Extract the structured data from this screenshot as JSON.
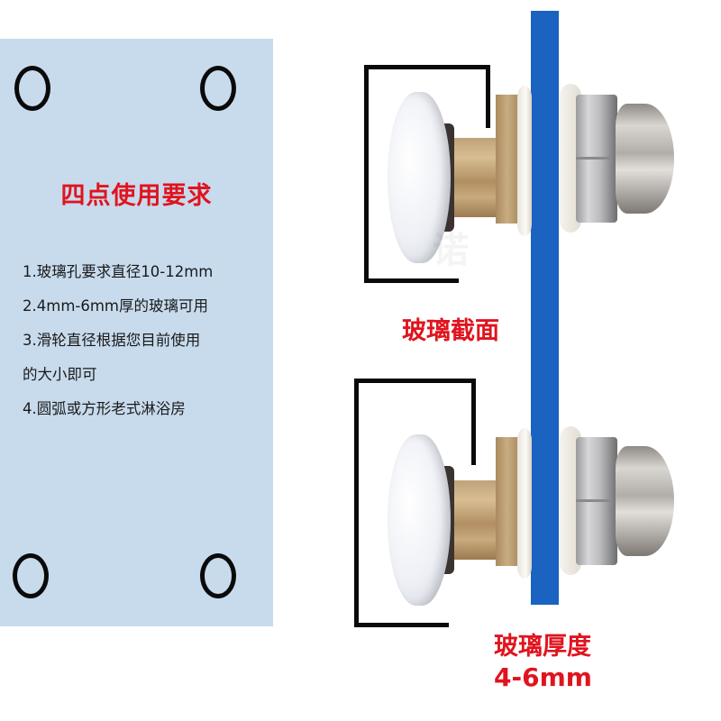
{
  "left_panel": {
    "title": "四点使用要求",
    "holes": [
      "top-left",
      "top-right",
      "bottom-left",
      "bottom-right"
    ],
    "requirements": [
      "1.玻璃孔要求直径10-12mm",
      "2.4mm-6mm厚的玻璃可用",
      "3.滑轮直径根据您目前使用",
      "的大小即可",
      "4.圆弧或方形老式淋浴房"
    ]
  },
  "diagram": {
    "section_label": "玻璃截面",
    "thickness_label": "玻璃厚度",
    "thickness_value": "4-6mm",
    "watermark": "诺"
  },
  "colors": {
    "panel_bg": "#c8dbed",
    "accent_red": "#e0141e",
    "glass_blue": "#1a63c0"
  }
}
